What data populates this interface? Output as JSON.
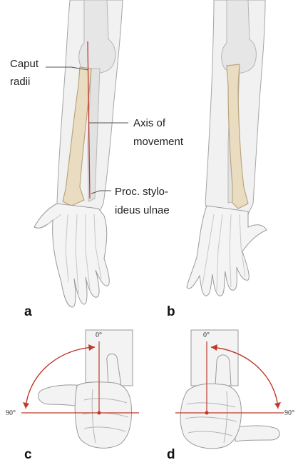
{
  "labels": {
    "caput_radii_1": "Caput",
    "caput_radii_2": "radii",
    "axis_1": "Axis of",
    "axis_2": "movement",
    "proc_1": "Proc. stylo-",
    "proc_2": "ideus ulnae"
  },
  "panels": {
    "a": "a",
    "b": "b",
    "c": "c",
    "d": "d"
  },
  "angles": {
    "c_top": "0°",
    "c_side": "90°",
    "d_top": "0°",
    "d_side": "90°"
  },
  "colors": {
    "axis_red": "#c0392b",
    "bone": "#e9dcc0",
    "bone_edge": "#b9a67e",
    "arm_fill": "#f1f1f1",
    "arm_edge": "#9a9a9a"
  }
}
